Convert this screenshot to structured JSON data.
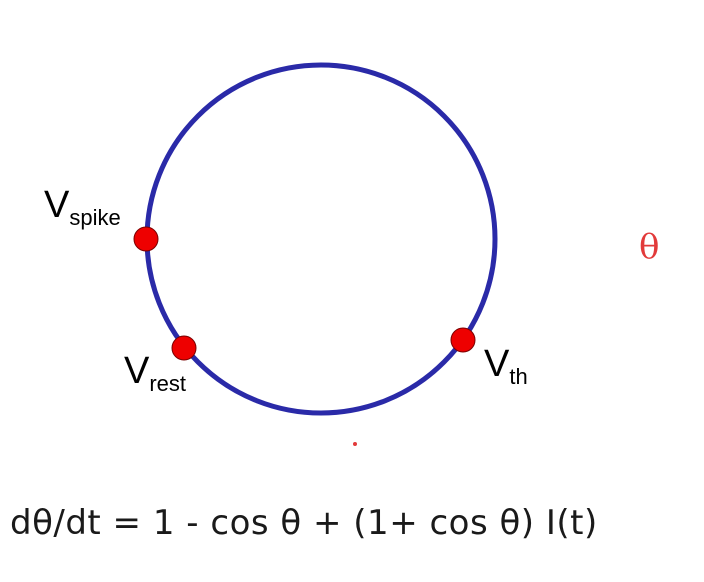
{
  "diagram": {
    "labels": {
      "spike": {
        "main": "V",
        "sub": "spike"
      },
      "rest": {
        "main": "V",
        "sub": "rest"
      },
      "threshold": {
        "main": "V",
        "sub": "th"
      }
    },
    "annotation": "θ",
    "colors": {
      "circle": "#2a2aa8",
      "points": "#ee0000",
      "annotation": "#e23a3a",
      "text": "#000000"
    }
  },
  "equation": "dθ/dt = 1 - cos θ + (1+ cos θ) I(t)"
}
